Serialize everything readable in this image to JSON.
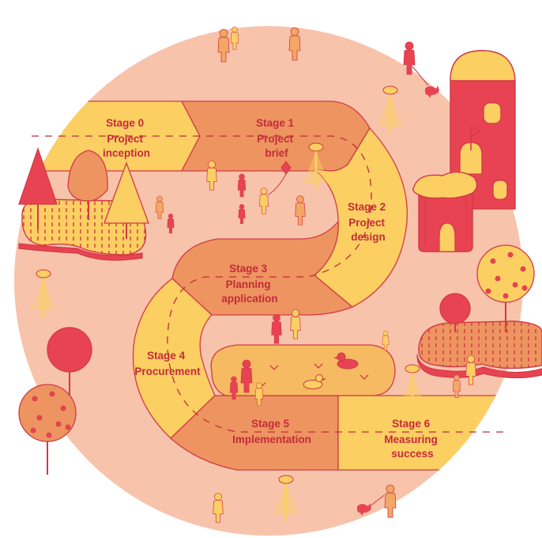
{
  "colors": {
    "background": "#ffffff",
    "disc": "#f8c3ab",
    "path_light": "#fbcf62",
    "path_mid": "#f2a764",
    "path_dark": "#ed9460",
    "red": "#e84352",
    "stroke": "#d23a46",
    "water": "#f6ba62"
  },
  "stages": [
    {
      "title": "Stage 0",
      "line2": "Project",
      "line3": "inception"
    },
    {
      "title": "Stage 1",
      "line2": "Project",
      "line3": "brief"
    },
    {
      "title": "Stage 2",
      "line2": "Project",
      "line3": "design"
    },
    {
      "title": "Stage 3",
      "line2": "Planning",
      "line3": "application"
    },
    {
      "title": "Stage 4",
      "line2": "Procurement",
      "line3": ""
    },
    {
      "title": "Stage 5",
      "line2": "Implementation",
      "line3": ""
    },
    {
      "title": "Stage 6",
      "line2": "Measuring",
      "line3": "success"
    }
  ],
  "icons": [
    "tree-icon",
    "person-icon",
    "dog-icon",
    "lamp-icon",
    "duck-icon",
    "tower-icon",
    "kite-icon",
    "flag-icon"
  ]
}
